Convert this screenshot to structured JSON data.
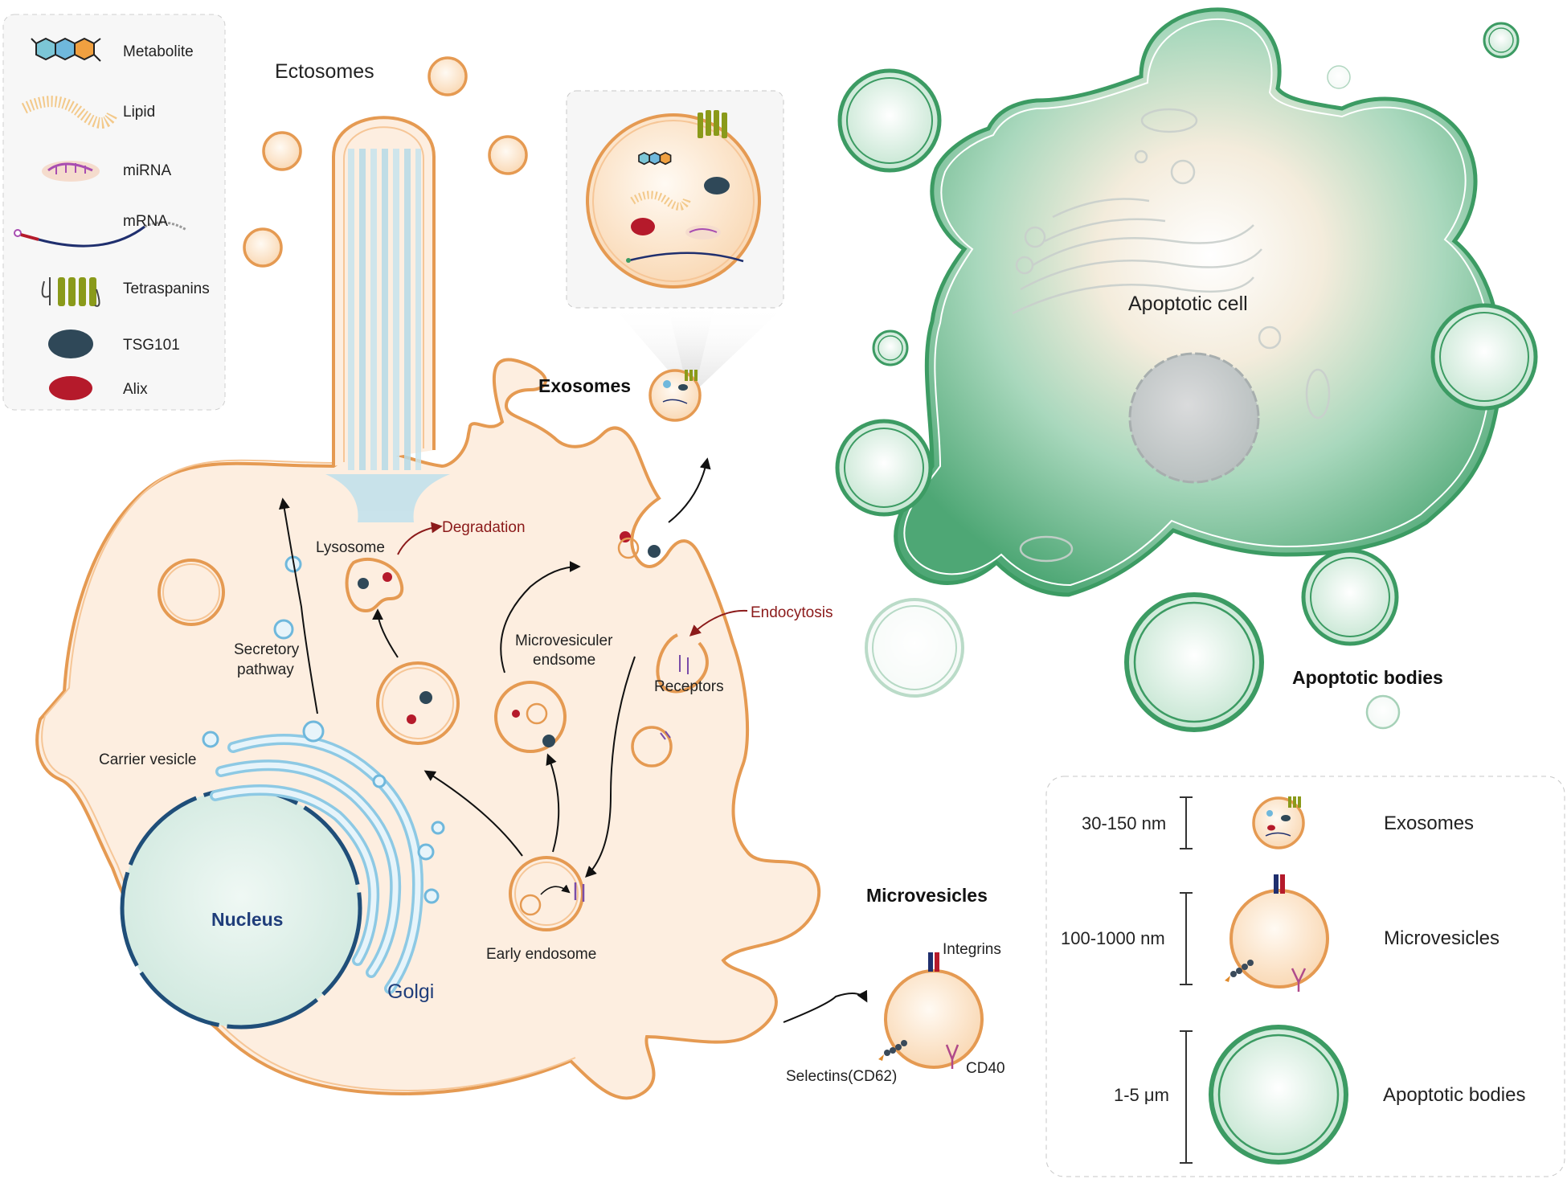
{
  "legend": {
    "items": [
      {
        "label": "Metabolite",
        "icon": "metabolite-icon"
      },
      {
        "label": "Lipid",
        "icon": "lipid-icon"
      },
      {
        "label": "miRNA",
        "icon": "mirna-icon"
      },
      {
        "label": "mRNA",
        "icon": "mrna-icon"
      },
      {
        "label": "Tetraspanins",
        "icon": "tetraspanin-icon"
      },
      {
        "label": "TSG101",
        "icon": "tsg101-icon"
      },
      {
        "label": "Alix",
        "icon": "alix-icon"
      }
    ]
  },
  "labels": {
    "ectosomes": "Ectosomes",
    "exosomes": "Exosomes",
    "lysosome": "Lysosome",
    "degradation": "Degradation",
    "secretory_line1": "Secretory",
    "secretory_line2": "pathway",
    "microvesicular_line1": "Microvesiculer",
    "microvesicular_line2": "endsome",
    "endocytosis": "Endocytosis",
    "receptors": "Receptors",
    "carrier_vesicle": "Carrier vesicle",
    "nucleus": "Nucleus",
    "golgi": "Golgi",
    "early_endosome": "Early endosome",
    "microvesicles": "Microvesicles",
    "integrins": "Integrins",
    "selectins": "Selectins(CD62)",
    "cd40": "CD40",
    "apoptotic_cell": "Apoptotic cell",
    "apoptotic_bodies": "Apoptotic bodies"
  },
  "size_key": {
    "rows": [
      {
        "size": "30-150 nm",
        "name": "Exosomes"
      },
      {
        "size": "100-1000 nm",
        "name": "Microvesicles"
      },
      {
        "size": "1-5 μm",
        "name": "Apoptotic bodies"
      }
    ]
  },
  "colors": {
    "membrane": "#e59a52",
    "cytoplasm": "#fdeee0",
    "nucleus": "#d9eee6",
    "nucleus_border": "#1f4e79",
    "golgi": "#6fb8dc",
    "apoptotic_green": "#3c9b63",
    "alix_red": "#b51a2b",
    "tsg_dark": "#2f4858",
    "arrow_red": "#8b1a1a"
  }
}
